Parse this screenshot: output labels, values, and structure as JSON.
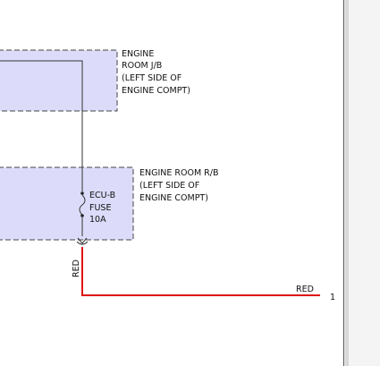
{
  "boxes": {
    "engine_room_jb": {
      "lines": [
        "ENGINE",
        "ROOM J/B",
        "(LEFT SIDE OF",
        "ENGINE COMPT)"
      ]
    },
    "engine_room_rb": {
      "lines": [
        "ENGINE ROOM R/B",
        "(LEFT SIDE OF",
        "ENGINE COMPT)"
      ]
    }
  },
  "fuse": {
    "lines": [
      "ECU-B",
      "FUSE",
      "10A"
    ]
  },
  "wires": {
    "vertical_color": "RED",
    "horizontal_color": "RED",
    "pin": "1"
  },
  "colors": {
    "box_fill": "#dcdcfa",
    "wire_red": "#e01010",
    "wire_dark": "#333333",
    "border_dash": "#444444"
  }
}
